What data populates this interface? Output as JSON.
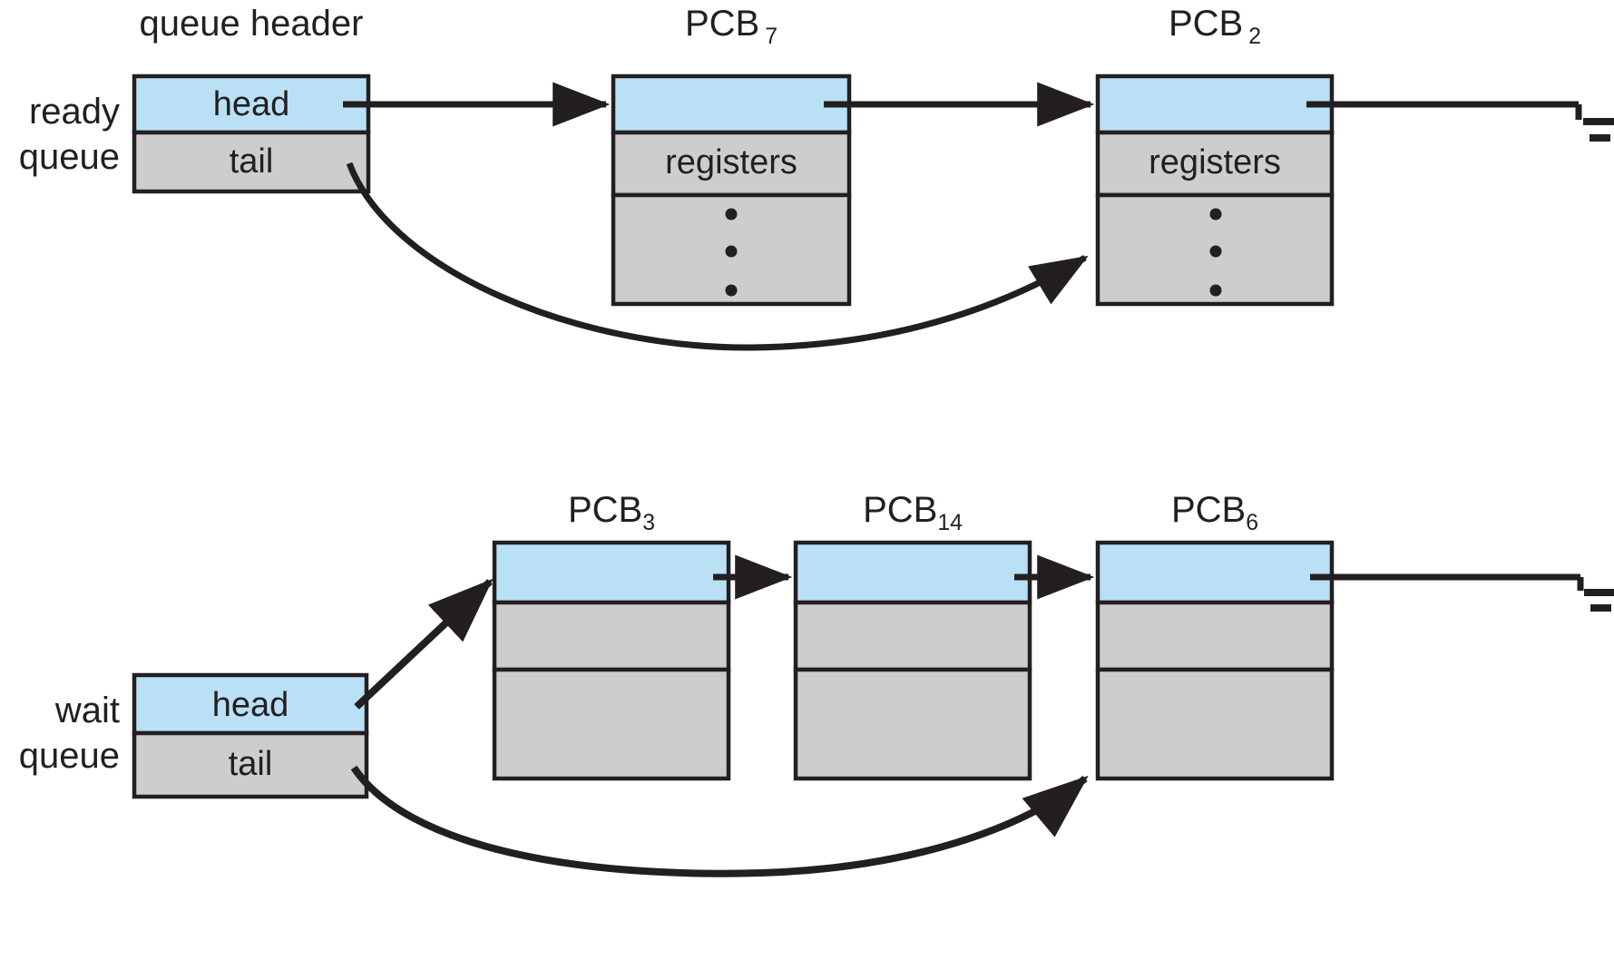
{
  "diagram": {
    "title": "Representation of process scheduling with ready queue and wait queue of PCBs",
    "colors": {
      "pointer_field_fill": "#b9e0f5",
      "data_field_fill": "#cdcdcd",
      "border": "#231f20",
      "arrow": "#231f20",
      "background": "#ffffff"
    }
  },
  "labels": {
    "queue_header": "queue header",
    "ready_queue_line1": "ready",
    "ready_queue_line2": "queue",
    "wait_queue_line1": "wait",
    "wait_queue_line2": "queue"
  },
  "ready_queue": {
    "header": {
      "head_label": "head",
      "tail_label": "tail"
    },
    "pcbs": [
      {
        "name": "PCB",
        "index": "7",
        "subscript_spaced": true,
        "fields": [
          "",
          "registers",
          "•\n•\n•"
        ],
        "registers_label": "registers",
        "ellipsis_dots": 3,
        "terminated": false
      },
      {
        "name": "PCB",
        "index": "2",
        "subscript_spaced": true,
        "fields": [
          "",
          "registers",
          "•\n•\n•"
        ],
        "registers_label": "registers",
        "ellipsis_dots": 3,
        "terminated": true
      }
    ]
  },
  "wait_queue": {
    "header": {
      "head_label": "head",
      "tail_label": "tail"
    },
    "pcbs": [
      {
        "name": "PCB",
        "index": "3",
        "subscript_spaced": false,
        "registers_label": "",
        "terminated": false
      },
      {
        "name": "PCB",
        "index": "14",
        "subscript_spaced": false,
        "registers_label": "",
        "terminated": false
      },
      {
        "name": "PCB",
        "index": "6",
        "subscript_spaced": false,
        "registers_label": "",
        "terminated": true
      }
    ]
  },
  "connections": [
    {
      "from": "ready.header.head",
      "to": "PCB 7",
      "style": "straight-arrow"
    },
    {
      "from": "PCB 7",
      "to": "PCB 2",
      "style": "straight-arrow"
    },
    {
      "from": "PCB 2",
      "to": "null",
      "style": "ground-terminator"
    },
    {
      "from": "ready.header.tail",
      "to": "PCB 2",
      "style": "curved-arrow"
    },
    {
      "from": "wait.header.head",
      "to": "PCB 3",
      "style": "diagonal-arrow"
    },
    {
      "from": "PCB 3",
      "to": "PCB 14",
      "style": "straight-arrow"
    },
    {
      "from": "PCB 14",
      "to": "PCB 6",
      "style": "straight-arrow"
    },
    {
      "from": "PCB 6",
      "to": "null",
      "style": "ground-terminator"
    },
    {
      "from": "wait.header.tail",
      "to": "PCB 6",
      "style": "curved-arrow"
    }
  ]
}
